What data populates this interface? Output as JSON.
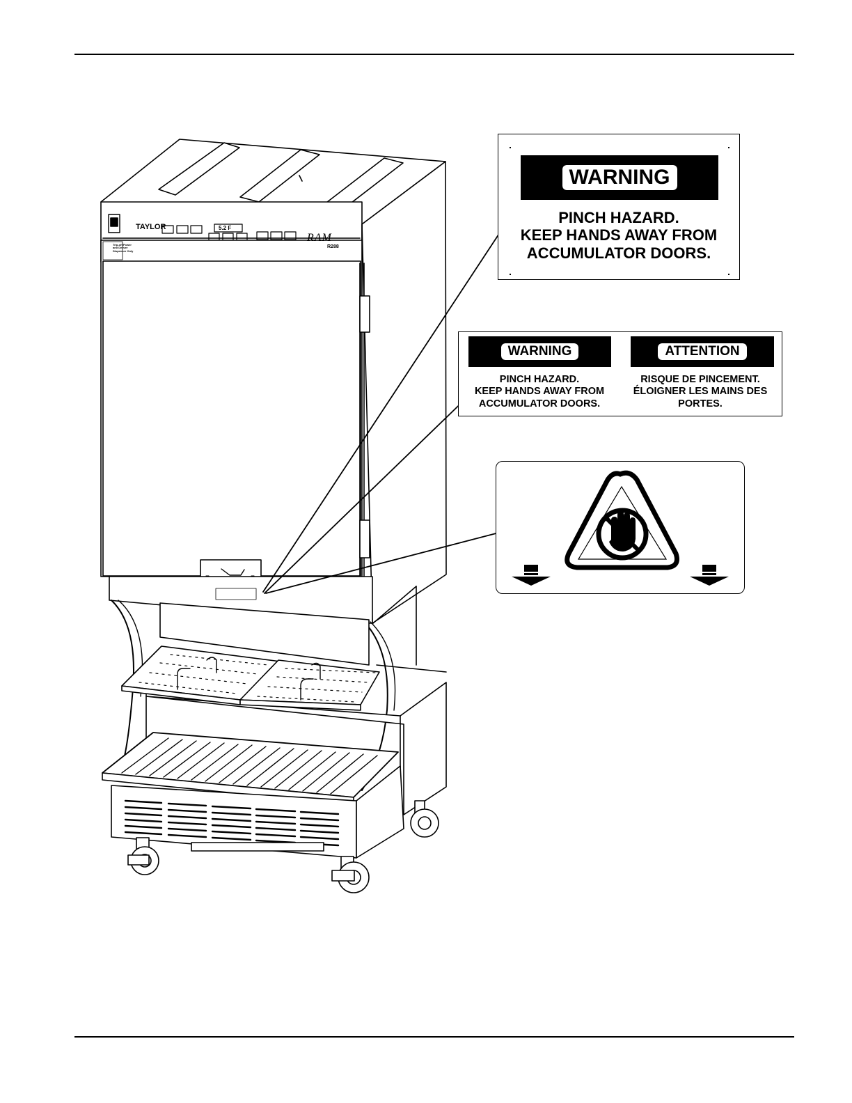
{
  "decal_en": {
    "banner": "WARNING",
    "lines": [
      "PINCH HAZARD.",
      "KEEP HANDS AWAY FROM",
      "ACCUMULATOR DOORS."
    ]
  },
  "decal_bilingual": {
    "left_banner": "WARNING",
    "left_lines": [
      "PINCH HAZARD.",
      "KEEP HANDS AWAY FROM",
      "ACCUMULATOR DOORS."
    ],
    "right_banner": "ATTENTION",
    "right_lines": [
      "RISQUE DE PINCEMENT.",
      "ÉLOIGNER LES MAINS DES",
      "PORTES."
    ]
  },
  "decal_symbol": {
    "icons": [
      "down-arrow-icon",
      "no-hand-triangle-icon",
      "down-arrow-icon"
    ]
  },
  "machine": {
    "brand": "TAYLOR",
    "display_value": "5.2 F",
    "model_logo": "RAM",
    "model_number": "R288",
    "side_label": [
      "Trip-off Power",
      "and Deliver",
      "Dispenser Only"
    ]
  }
}
